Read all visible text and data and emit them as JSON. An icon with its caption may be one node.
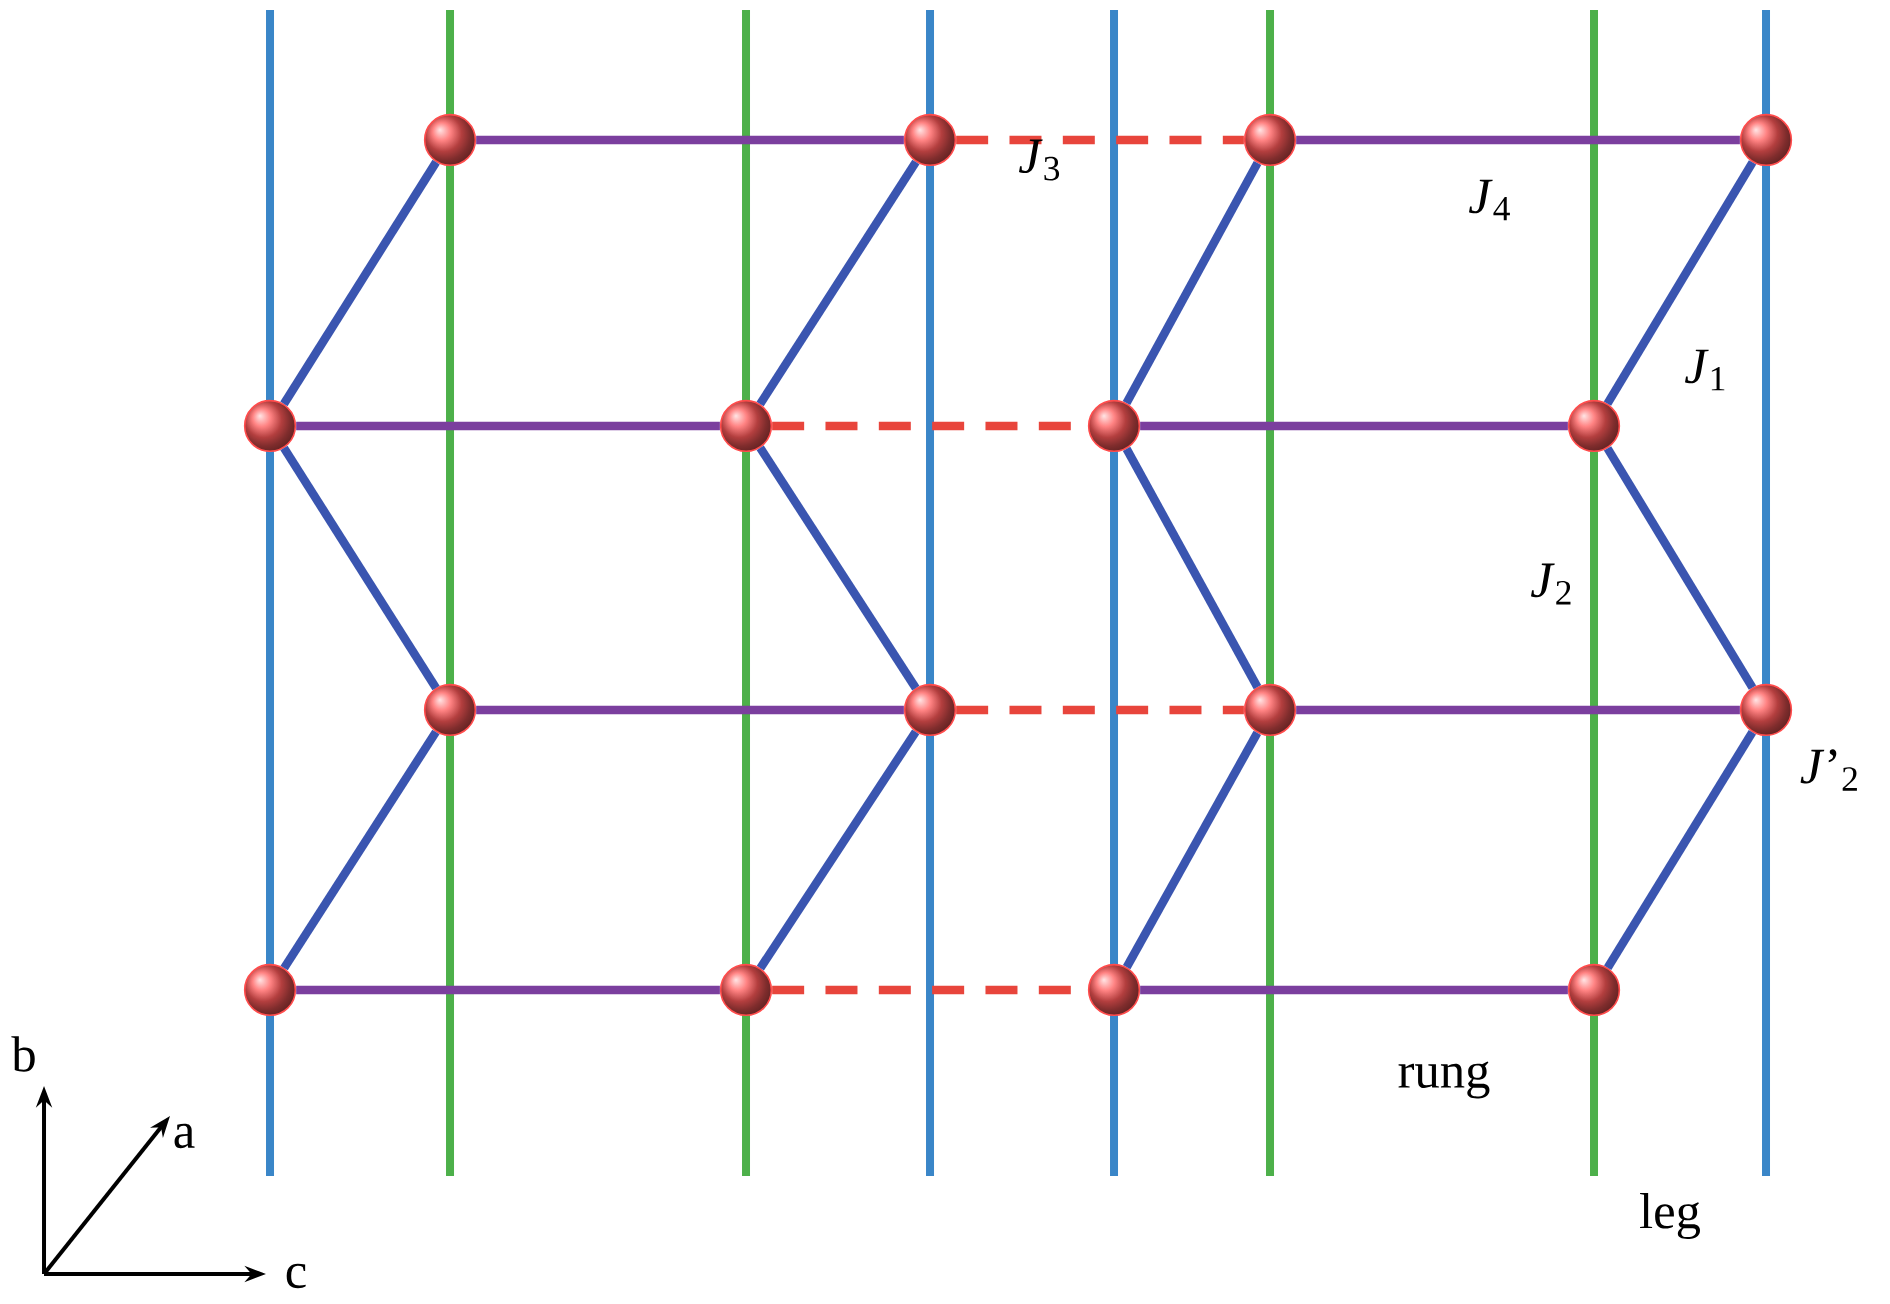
{
  "diagram": {
    "nodes": [
      {
        "text": [],
        "shape": "circle"
      },
      {
        "text": [],
        "shape": "circle"
      },
      {
        "text": [],
        "shape": "circle"
      },
      {
        "text": [],
        "shape": "circle"
      },
      {
        "text": [],
        "shape": "circle"
      },
      {
        "text": [],
        "shape": "circle"
      },
      {
        "text": [],
        "shape": "circle"
      },
      {
        "text": [],
        "shape": "circle"
      },
      {
        "text": [],
        "shape": "circle"
      },
      {
        "text": [],
        "shape": "circle"
      },
      {
        "text": [],
        "shape": "circle"
      },
      {
        "text": [],
        "shape": "circle"
      },
      {
        "text": [],
        "shape": "circle"
      },
      {
        "text": [],
        "shape": "circle"
      },
      {
        "text": [],
        "shape": "circle"
      },
      {
        "text": [],
        "shape": "circle"
      }
    ],
    "edges": [
      {
        "from": 0,
        "to": 1,
        "arrow": "none",
        "color": "#7b3f9e"
      },
      {
        "from": 2,
        "to": 3,
        "arrow": "none",
        "color": "#7b3f9e"
      },
      {
        "from": 4,
        "to": 5,
        "arrow": "none",
        "color": "#7b3f9e"
      },
      {
        "from": 6,
        "to": 7,
        "arrow": "none",
        "color": "#7b3f9e"
      },
      {
        "from": 8,
        "to": 9,
        "arrow": "none",
        "color": "#7b3f9e"
      },
      {
        "from": 10,
        "to": 11,
        "arrow": "none",
        "color": "#7b3f9e"
      },
      {
        "from": 12,
        "to": 13,
        "arrow": "none",
        "color": "#7b3f9e"
      },
      {
        "from": 14,
        "to": 15,
        "arrow": "none",
        "color": "#7b3f9e"
      },
      {
        "from": 1,
        "to": 2,
        "arrow": "none",
        "style": "dashed",
        "color": "#e8453c"
      },
      {
        "from": 5,
        "to": 6,
        "arrow": "none",
        "style": "dashed",
        "color": "#e8453c"
      },
      {
        "from": 9,
        "to": 10,
        "arrow": "none",
        "style": "dashed",
        "color": "#e8453c"
      },
      {
        "from": 13,
        "to": 14,
        "arrow": "none",
        "style": "dashed",
        "color": "#e8453c"
      },
      {
        "from": 4,
        "to": 0,
        "arrow": "none"
      },
      {
        "from": 4,
        "to": 8,
        "arrow": "none"
      },
      {
        "from": 8,
        "to": 12,
        "arrow": "none"
      },
      {
        "from": 5,
        "to": 1,
        "arrow": "none"
      },
      {
        "from": 5,
        "to": 9,
        "arrow": "none"
      },
      {
        "from": 9,
        "to": 13,
        "arrow": "none"
      },
      {
        "from": 6,
        "to": 2,
        "arrow": "none"
      },
      {
        "from": 6,
        "to": 10,
        "arrow": "none"
      },
      {
        "from": 10,
        "to": 14,
        "arrow": "none"
      },
      {
        "from": 7,
        "to": 3,
        "arrow": "none"
      },
      {
        "from": 7,
        "to": 11,
        "arrow": "none"
      },
      {
        "from": 11,
        "to": 15,
        "arrow": "none"
      }
    ],
    "labels": [
      "*J*$_{3}$",
      "*J*$_{4}$",
      "*J*$_{1}$",
      "*J*$_{2}$",
      "*J*’$_{2}$",
      "rung",
      "leg",
      "b",
      "a",
      "c"
    ]
  }
}
